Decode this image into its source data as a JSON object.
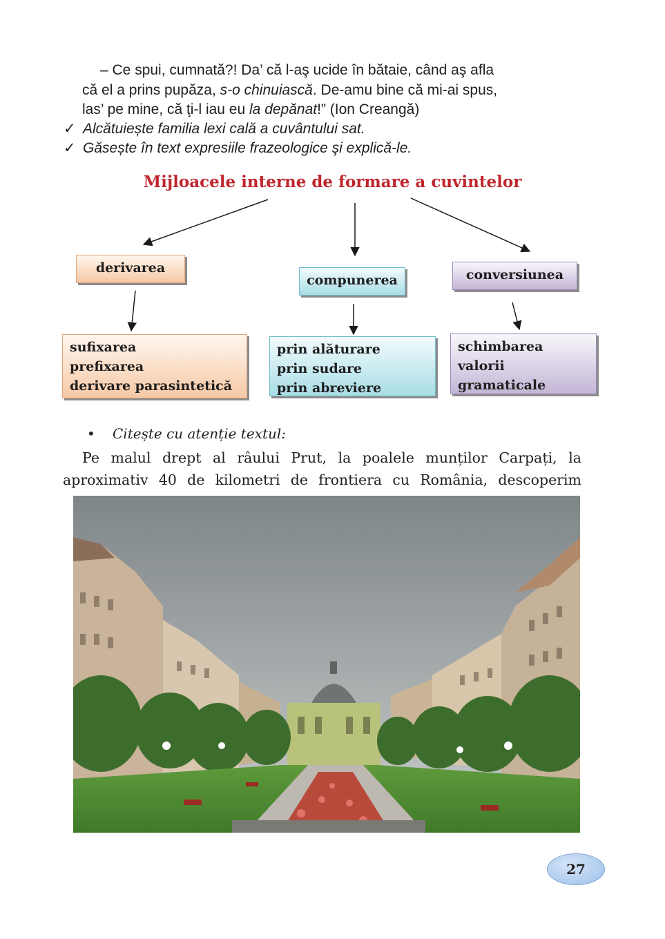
{
  "quote": {
    "l1": "– Ce spui, cumnată?! Da’ că l-aş ucide în bătaie, când aş afla",
    "l2a": "că el a prins pupăza, ",
    "l2b": "s-o chinuiască",
    "l2c": ". De-amu bine că mi-ai spus,",
    "l3a": "las’ pe mine, că ţi-l iau eu ",
    "l3b": "la depănat",
    "l3c": "!” (Ion Creangă)"
  },
  "tasks": [
    "Alcătuiește familia lexi cală a cuvântului sat.",
    "Găsește în text expresiile frazeologice şi explică-le."
  ],
  "check_symbol": "✓",
  "diagram": {
    "title": "Mijloacele interne de formare a cuvintelor",
    "categories": [
      {
        "label": "derivarea",
        "items": [
          "sufixarea",
          "prefixarea",
          "derivare parasintetică"
        ]
      },
      {
        "label": "compunerea",
        "items": [
          "prin alăturare",
          "prin sudare",
          "prin abreviere"
        ]
      },
      {
        "label": "conversiunea",
        "items": [
          "schimbarea",
          "valorii",
          "gramaticale"
        ]
      }
    ]
  },
  "reading": {
    "bullet": "•",
    "instruction": "Citește cu atenție textul:",
    "line1": "Pe malul drept al râului Prut, la poalele munților Carpați, la",
    "line2": "aproximativ 40 de kilometri de frontiera cu România, descoperim"
  },
  "page_number": "27",
  "colors": {
    "title": "#c0262d",
    "orange": "#f6c9a6",
    "cyan": "#a9dde6",
    "purple": "#c3b6d6",
    "page_badge": "#9cbfea"
  }
}
